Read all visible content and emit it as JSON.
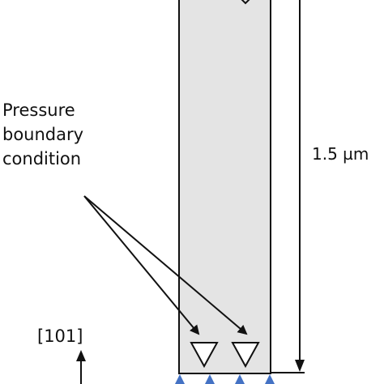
{
  "labels": {
    "pressure_line_1": "Pressure",
    "pressure_line_2": "boundary",
    "pressure_line_3": "condition",
    "dimension": "1.5 µm",
    "crystal_direction": "[101]"
  },
  "colors": {
    "specimen_fill": "#e4e4e4",
    "outline": "#111111",
    "support_arrows": "#4472c4"
  }
}
